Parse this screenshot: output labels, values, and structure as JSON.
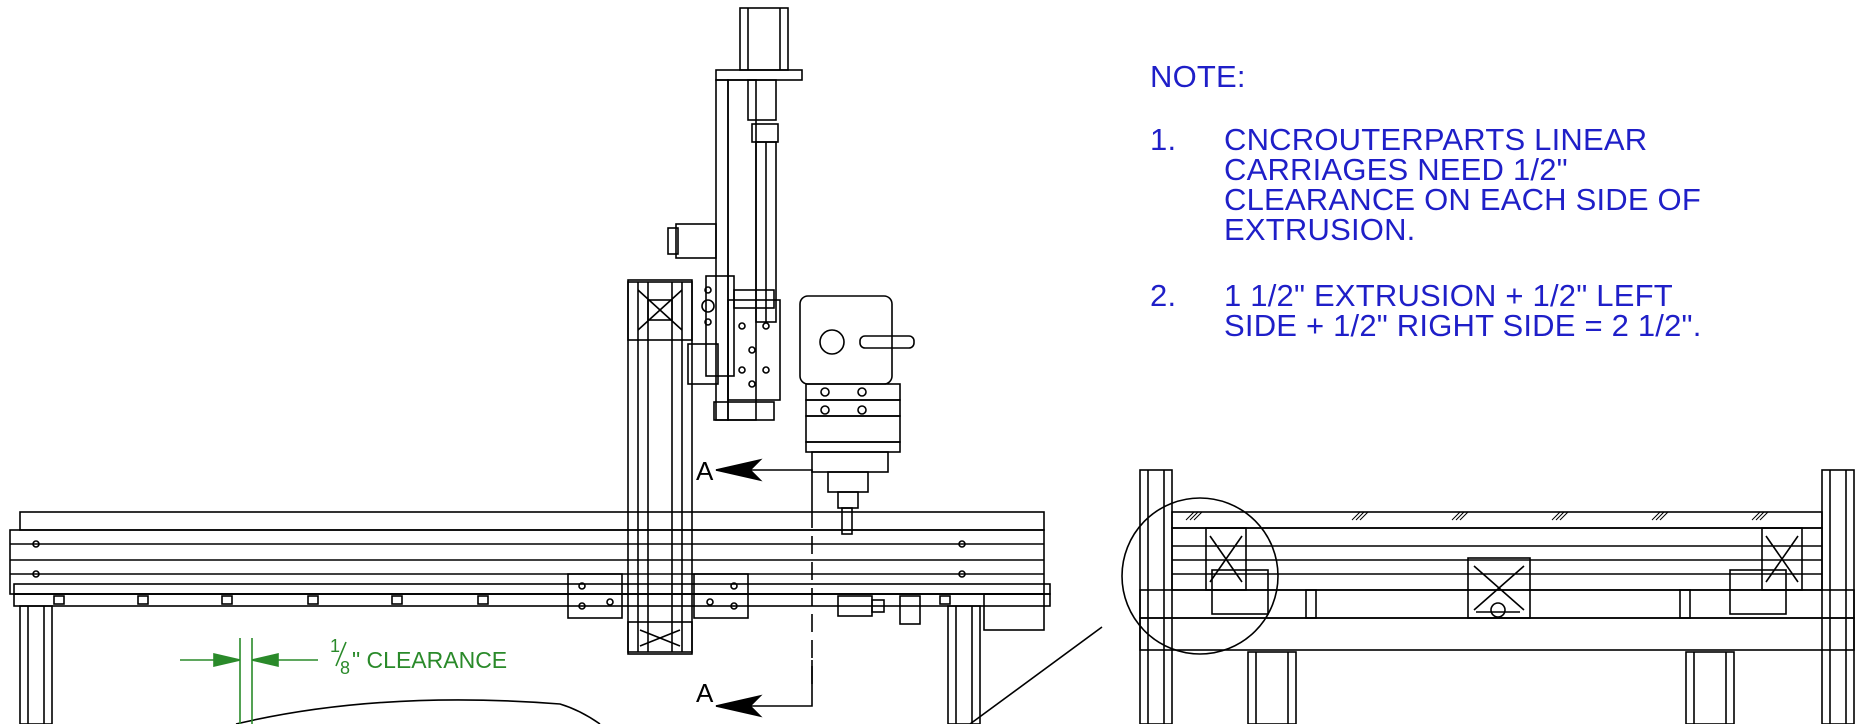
{
  "notes": {
    "heading": "NOTE:",
    "items": [
      {
        "number": "1.",
        "lines": [
          "CNCROUTERPARTS LINEAR",
          "CARRIAGES NEED 1/2\"",
          "CLEARANCE ON EACH SIDE OF",
          "EXTRUSION."
        ]
      },
      {
        "number": "2.",
        "lines": [
          "1 1/2\" EXTRUSION + 1/2\" LEFT",
          "SIDE + 1/2\" RIGHT SIDE = 2 1/2\"."
        ]
      }
    ]
  },
  "section_labels": {
    "top": "A",
    "bottom": "A"
  },
  "clearance": {
    "numerator": "1",
    "denominator": "8",
    "suffix": "\" CLEARANCE"
  },
  "colors": {
    "notes": "#1f1fc8",
    "dimension": "#2a8a2a",
    "lines": "#000000"
  }
}
